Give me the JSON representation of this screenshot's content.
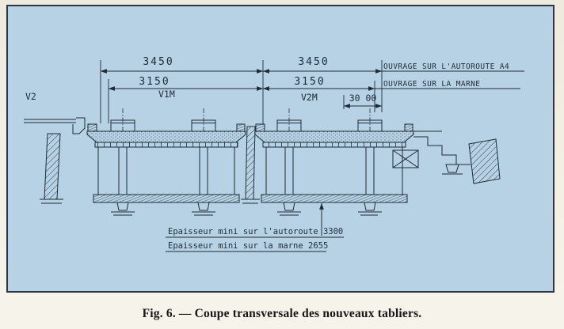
{
  "panel": {
    "background": "#b7d2e5",
    "border": "#2b3642",
    "ink": "#1d2b38"
  },
  "dimensions": {
    "span_autoroute_left": "3450",
    "span_autoroute_right": "3450",
    "span_marne_left": "3150",
    "span_marne_right": "3150",
    "edge_width": "30 00"
  },
  "labels": {
    "ouvrage_autoroute": "OUVRAGE SUR L'AUTOROUTE A4",
    "ouvrage_marne": "OUVRAGE SUR LA MARNE",
    "girder_v2": "V2",
    "girder_v1m": "V1M",
    "girder_v2m": "V2M"
  },
  "annotations": {
    "thickness_autoroute": "Epaisseur mini sur l'autoroute 3300",
    "thickness_marne": "Epaisseur mini sur la marne 2655"
  },
  "caption": {
    "label": "Fig. 6.",
    "dash": "—",
    "text": "Coupe transversale des nouveaux tabliers."
  }
}
